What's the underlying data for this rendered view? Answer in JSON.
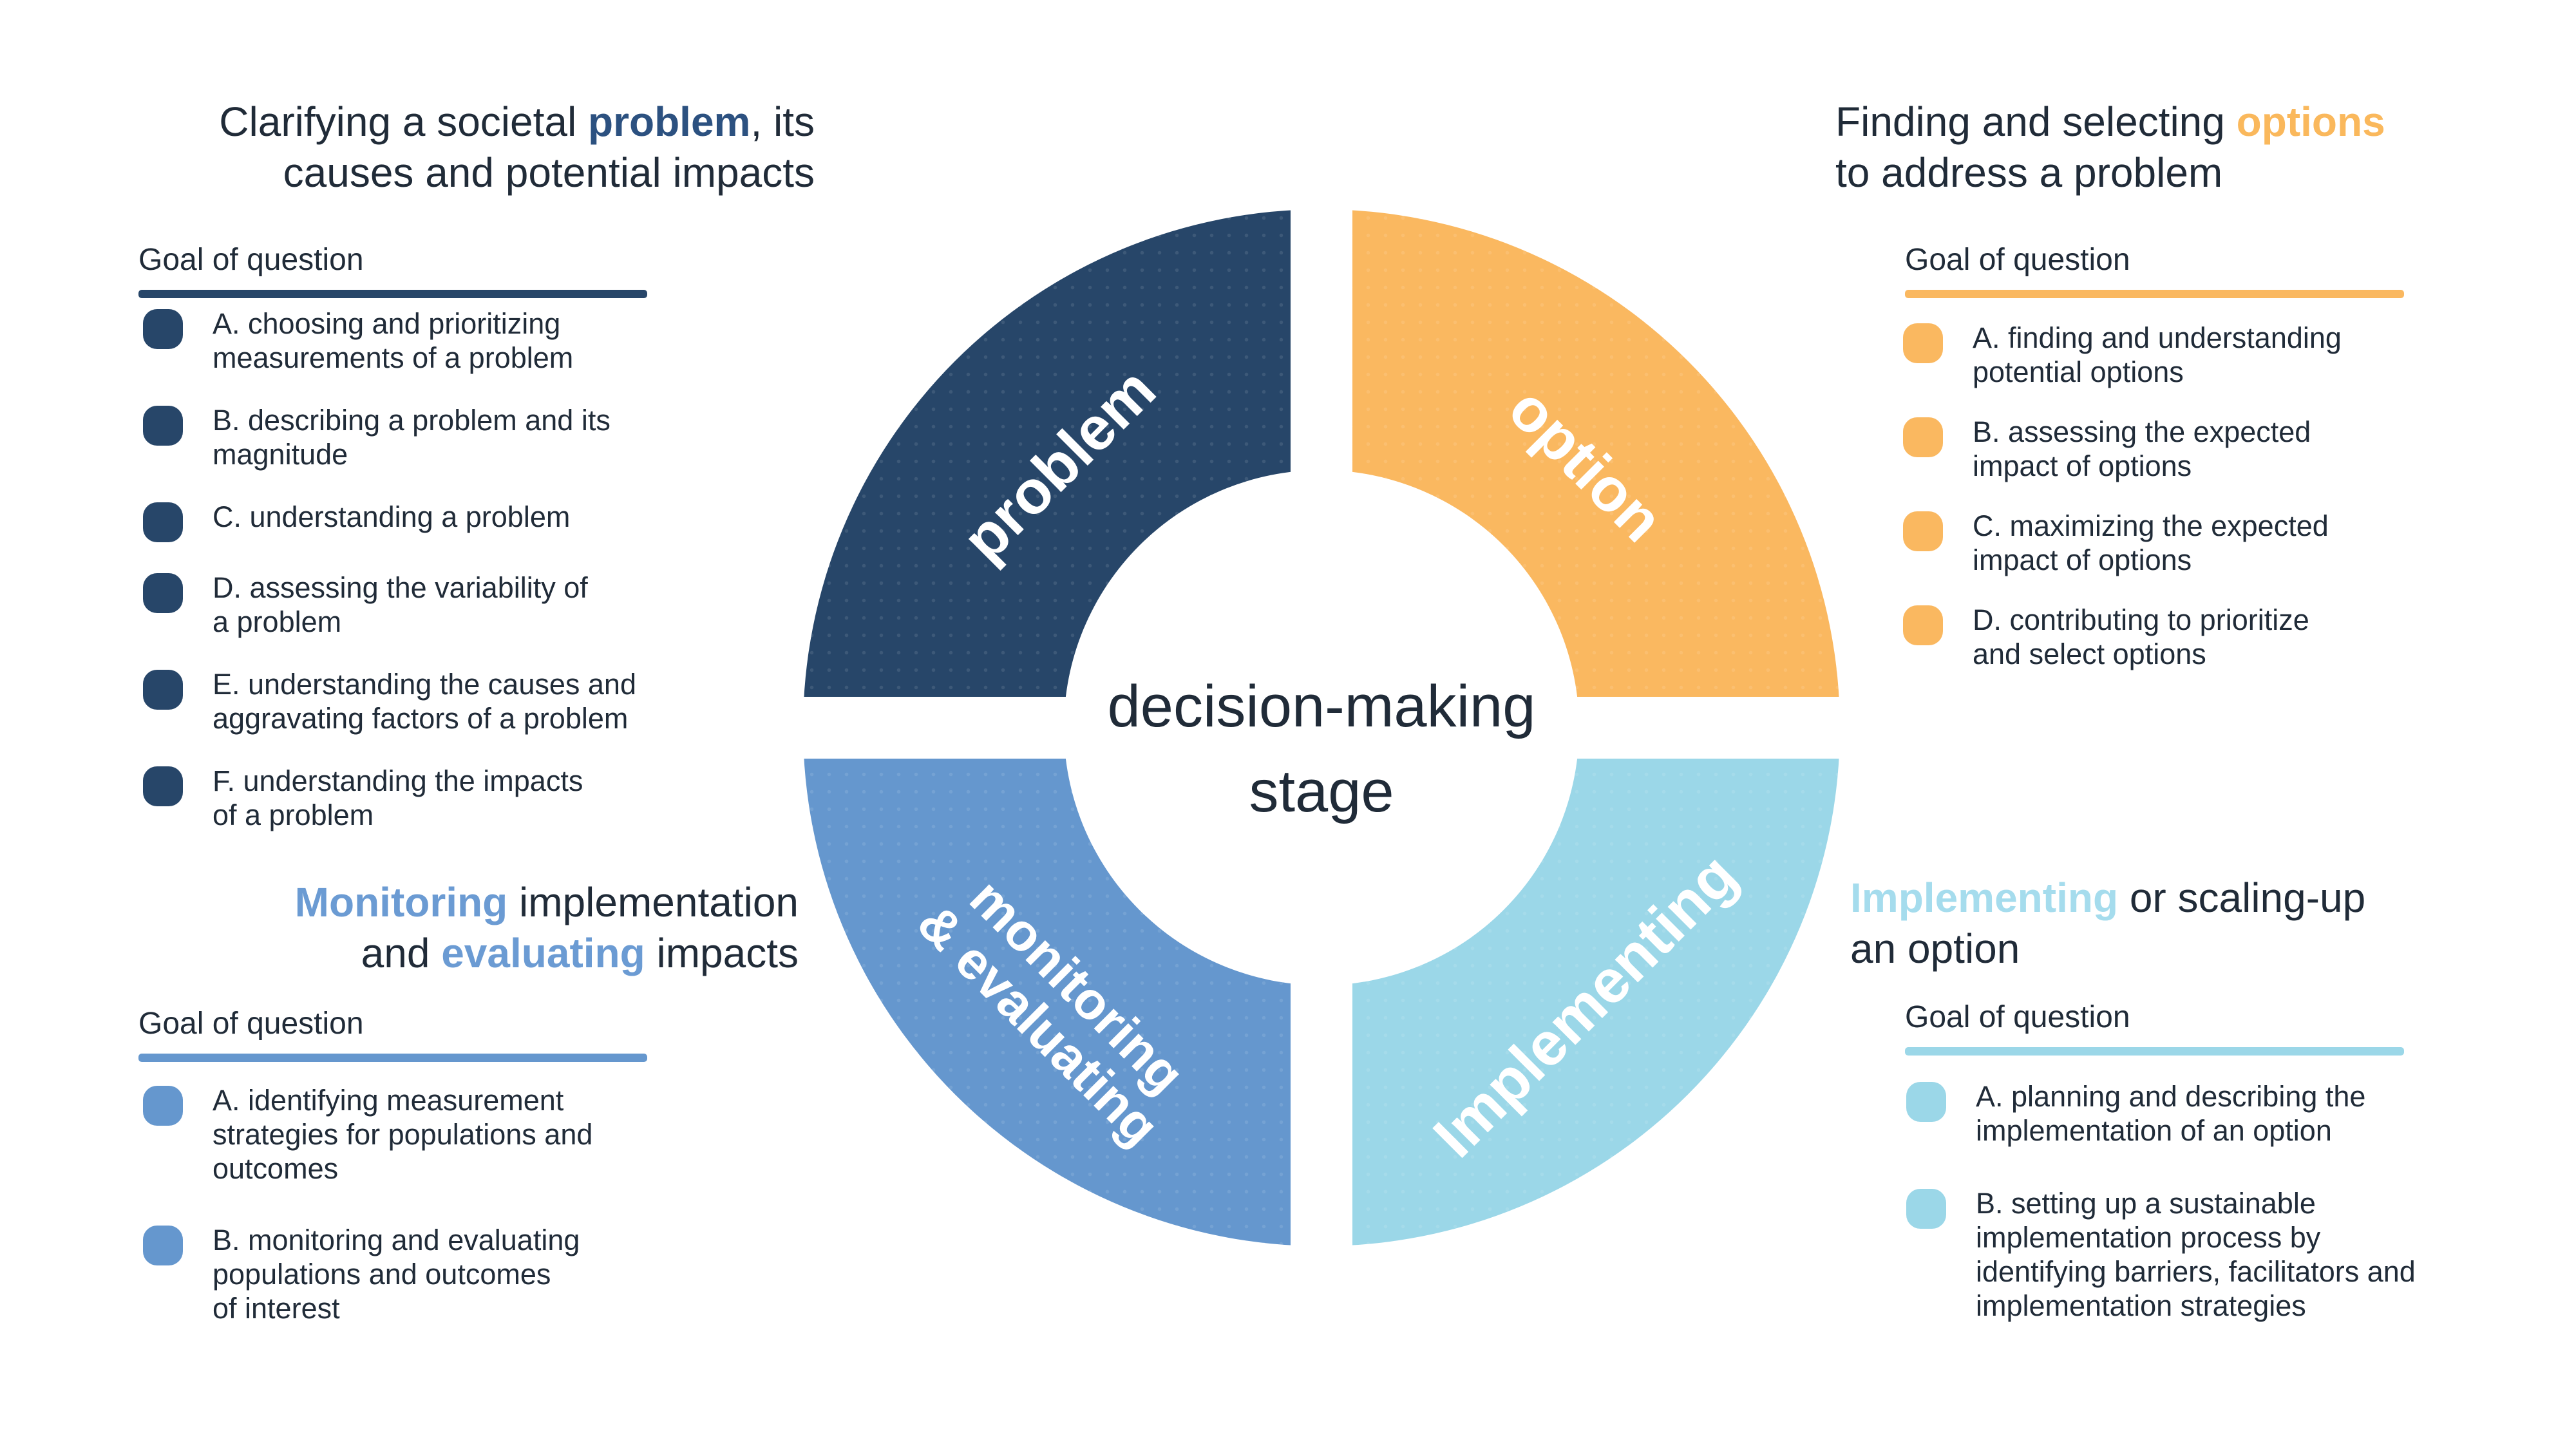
{
  "colors": {
    "navy": "#274669",
    "orange": "#fab860",
    "medium_blue": "#6597ce",
    "light_blue": "#9bd7e8",
    "text_dark": "#202b38",
    "background": "#ffffff"
  },
  "ring": {
    "center_label": "decision-making\nstage",
    "quadrants": [
      {
        "id": "problem",
        "label": "problem",
        "color": "#274669",
        "position": "top-left"
      },
      {
        "id": "option",
        "label": "option",
        "color": "#fab860",
        "position": "top-right"
      },
      {
        "id": "monitoring",
        "label": "monitoring\n& evaluating",
        "color": "#6597ce",
        "position": "bottom-left"
      },
      {
        "id": "implementing",
        "label": "Implementing",
        "color": "#9bd7e8",
        "position": "bottom-right"
      }
    ]
  },
  "sections": {
    "problem": {
      "heading": [
        [
          {
            "t": "Clarifying a societal "
          },
          {
            "t": "problem",
            "accent": true
          },
          {
            "t": ", its"
          }
        ],
        [
          {
            "t": "causes and potential impacts"
          }
        ]
      ],
      "goal_label": "Goal of question",
      "items": [
        "A. choosing and prioritizing\nmeasurements of a problem",
        "B. describing a problem and its\nmagnitude",
        "C. understanding a problem",
        "D. assessing the variability of\na problem",
        "E. understanding the causes and\naggravating factors of a problem",
        "F. understanding the impacts\nof a problem"
      ]
    },
    "option": {
      "heading": [
        [
          {
            "t": "Finding and selecting "
          },
          {
            "t": "options",
            "accent": true
          }
        ],
        [
          {
            "t": "to address a problem"
          }
        ]
      ],
      "goal_label": "Goal of question",
      "items": [
        "A. finding and understanding\npotential options",
        "B. assessing the expected\nimpact of options",
        "C. maximizing the expected\nimpact of options",
        "D. contributing to prioritize\nand select options"
      ]
    },
    "monitoring": {
      "heading": [
        [
          {
            "t": "Monitoring",
            "accent": true
          },
          {
            "t": " implementation"
          }
        ],
        [
          {
            "t": "and "
          },
          {
            "t": "evaluating",
            "accent": true
          },
          {
            "t": " impacts"
          }
        ]
      ],
      "goal_label": "Goal of question",
      "items": [
        "A. identifying measurement\nstrategies for populations and\noutcomes",
        "B. monitoring and evaluating\npopulations and outcomes\nof interest"
      ]
    },
    "implementing": {
      "heading": [
        [
          {
            "t": "Implementing",
            "accent": true
          },
          {
            "t": " or scaling-up"
          }
        ],
        [
          {
            "t": "an option"
          }
        ]
      ],
      "goal_label": "Goal of question",
      "items": [
        "A. planning and describing the\nimplementation of an option",
        "B. setting up a sustainable\nimplementation process by\nidentifying barriers, facilitators and\nimplementation strategies"
      ]
    }
  }
}
